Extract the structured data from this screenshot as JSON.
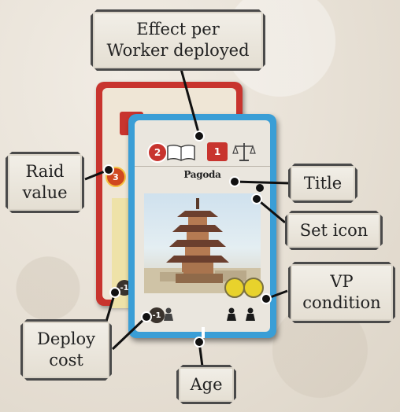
{
  "callouts": {
    "effect": "Effect per\nWorker deployed",
    "raid": "Raid\nvalue",
    "title": "Title",
    "set_icon": "Set icon",
    "vp": "VP\ncondition",
    "deploy": "Deploy\ncost",
    "age": "Age"
  },
  "card": {
    "title": "Pagoda",
    "effect_count": "2",
    "effect_value": "1",
    "deploy_cost": "-1",
    "red_card_cost": "-1",
    "red_card_value": "3",
    "red_card_raid": "3"
  },
  "colors": {
    "front_card_border": "#3a9ed6",
    "back_card_border": "#c8342e",
    "effect_red": "#c8342e",
    "vp_yellow": "#e8d22c"
  },
  "icons": [
    "book-icon",
    "scales-icon",
    "worker-icon",
    "vp-coin-icon",
    "set-icon",
    "raid-icon"
  ]
}
